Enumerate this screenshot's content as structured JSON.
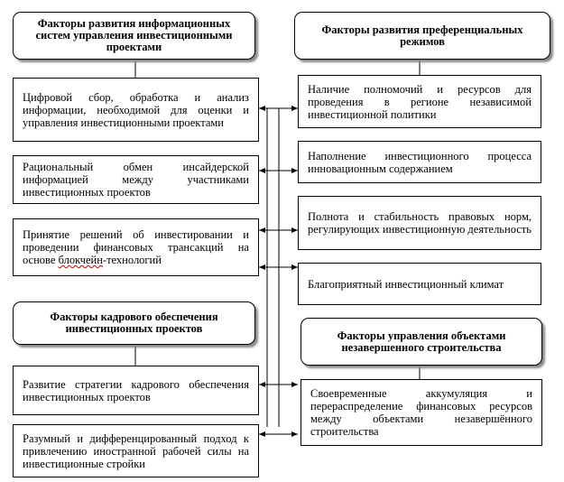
{
  "headers": {
    "info_systems": "Факторы развития информационных систем управления инвестиционными проектами",
    "preferential": "Факторы развития преференциальных режимов",
    "staffing": "Факторы кадрового обеспечения инвестиционных проектов",
    "unfinished": "Факторы управления объектами незавершенного строительства"
  },
  "left_items": {
    "digital": "Цифровой сбор, обработка и анализ информации, необходимой для оценки и управления инвестиционными проектами",
    "insider": "Рациональный обмен инсайдерской информацией между участниками инвестиционных проектов",
    "blockchain_before": "Принятие решений об инвестировании и проведении финансовых трансакций на основе ",
    "blockchain_word": "блокчейн",
    "blockchain_after": "-технологий",
    "strategy": "Развитие стратегии кадрового обеспечения инвестиционных проектов",
    "foreign_labor": "Разумный и дифференцированный подход к привлечению иностранной рабочей силы на инвестиционные стройки"
  },
  "right_items": {
    "powers": "Наличие полномочий и ресурсов для проведения в регионе независимой инвестиционной политики",
    "innovation": "Наполнение инвестиционного процесса инновационным содержанием",
    "legal": "Полнота и стабильность правовых норм, регулирующих инвестиционную деятельность",
    "climate": "Благоприятный инвестиционный климат",
    "accumulation": "Своевременные аккумуляция и перераспределение финансовых ресурсов между объектами незавершённого строительства"
  }
}
